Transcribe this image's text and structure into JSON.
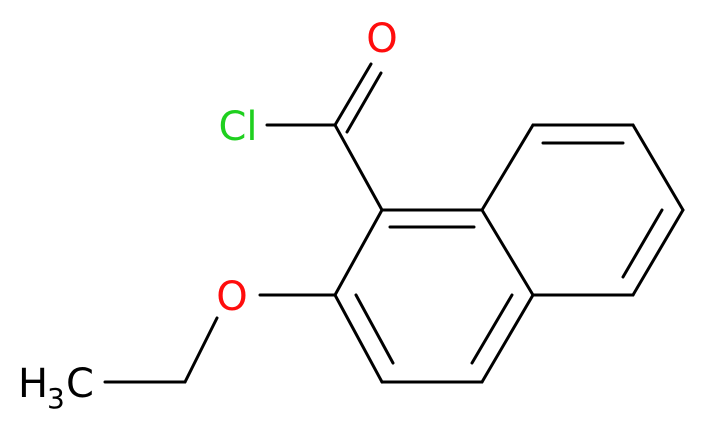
{
  "molecule": {
    "atoms": {
      "carbonyl_oxygen": "O",
      "chlorine": "Cl",
      "ether_oxygen": "O",
      "methyl_prefix": "H",
      "methyl_subscript": "3",
      "methyl_suffix": "C"
    },
    "colors": {
      "bond": "#000000",
      "oxygen": "#ff0d0d",
      "chlorine": "#1fd01f",
      "carbon_hydrogen": "#000000"
    }
  }
}
